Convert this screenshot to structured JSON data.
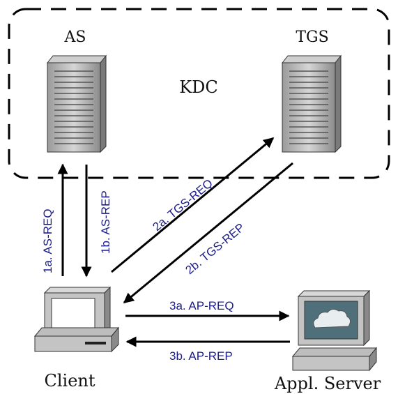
{
  "kdc": {
    "label": "KDC"
  },
  "nodes": {
    "as": "AS",
    "tgs": "TGS",
    "client": "Client",
    "server": "Appl. Server"
  },
  "messages": {
    "m1a": "1a. AS-REQ",
    "m1b": "1b. AS-REP",
    "m2a": "2a. TGS-REQ",
    "m2b": "2b. TGS-REP",
    "m3a": "3a. AP-REQ",
    "m3b": "3b. AP-REP"
  }
}
